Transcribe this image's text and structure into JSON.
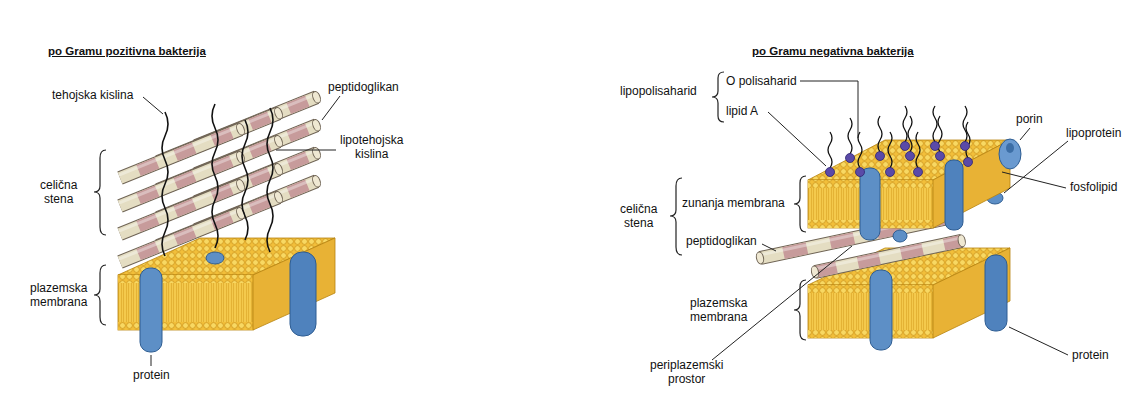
{
  "diagram": {
    "labels": [
      "po Gramu pozitivna bakterija",
      "tehojska kislina",
      "peptidoglikan",
      "lipotehojska kislina",
      "celična stena",
      "plazemska membrana",
      "protein",
      "po Gramu negativna bakterija",
      "lipopolisaharid",
      "O polisaharid",
      "lipid A",
      "porin",
      "lipoprotein",
      "fosfolipid",
      "celična stena",
      "zunanja membrana",
      "peptidoglikan",
      "plazemska membrana",
      "periplazemski prostor",
      "protein"
    ]
  }
}
